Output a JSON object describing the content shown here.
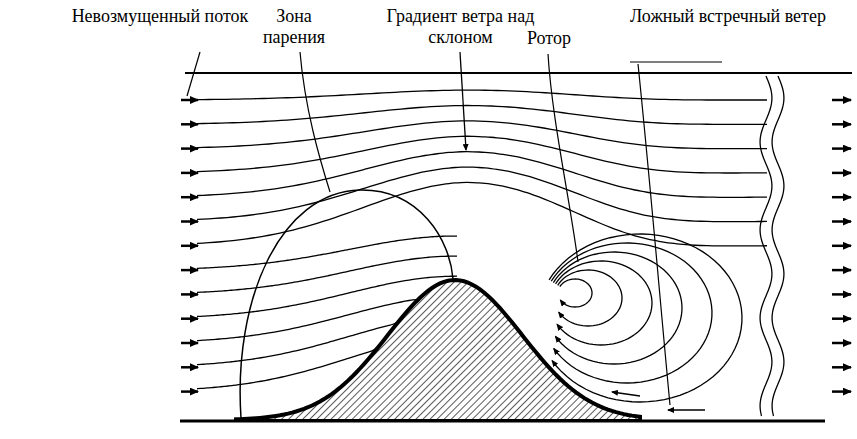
{
  "diagram": {
    "labels": [
      "Невозмущенный поток",
      "Зона парения",
      "Градиент ветра над склоном",
      "Ротор",
      "Ложный встречный ветер"
    ]
  }
}
